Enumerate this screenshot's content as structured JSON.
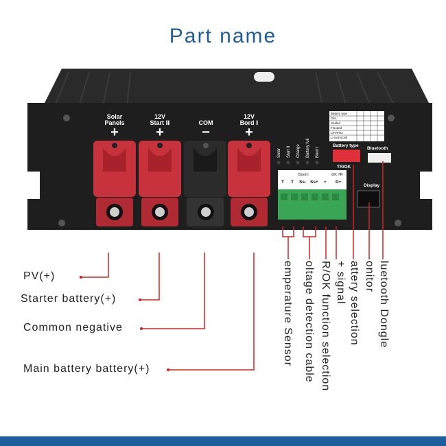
{
  "title": "Part name",
  "colors": {
    "title": "#1f5e9c",
    "leader": "#d62020",
    "red_terminal": "#c8323c",
    "black_terminal": "#2b2b2b",
    "housing": "#1e1e1e",
    "connector_green": "#3aa655",
    "footer": "#1f5e9c"
  },
  "terminals": [
    {
      "top": "Solar",
      "bottom": "Panels",
      "sign": "+"
    },
    {
      "top": "12V",
      "bottom": "Start Ⅱ",
      "sign": "+"
    },
    {
      "top": "COM",
      "bottom": "",
      "sign": "−"
    },
    {
      "top": "12V",
      "bottom": "Bord Ⅰ",
      "sign": "+"
    }
  ],
  "leds": [
    "Solar",
    "Start Ⅱ",
    "Charge",
    "Battery full",
    "Bord Ⅰ"
  ],
  "panel": {
    "battery_type": "Battery type",
    "tr_ok": "TR/OK",
    "bluetooth": "Bluetooth",
    "display": "Display",
    "bord": "Bord Ⅰ",
    "ok_tr": "OK TR",
    "connector_pins": [
      "T",
      "T",
      "Ss-",
      "Ss+",
      "+",
      "D+"
    ],
    "table_rows": [
      "Battery type",
      "GEL",
      "Sealed",
      "Flooded",
      "LiFePO4",
      "Li-ion(NCM)"
    ]
  },
  "left_labels": [
    "PV(+)",
    "Starter battery(+)",
    "Common negative",
    "Main battery battery(+)"
  ],
  "right_labels": [
    "emperature Sensor",
    "oltage detection cable",
    "R/OK function selection",
    "+ signal",
    "attery selection",
    "onitor",
    "luetooth Dongle"
  ]
}
